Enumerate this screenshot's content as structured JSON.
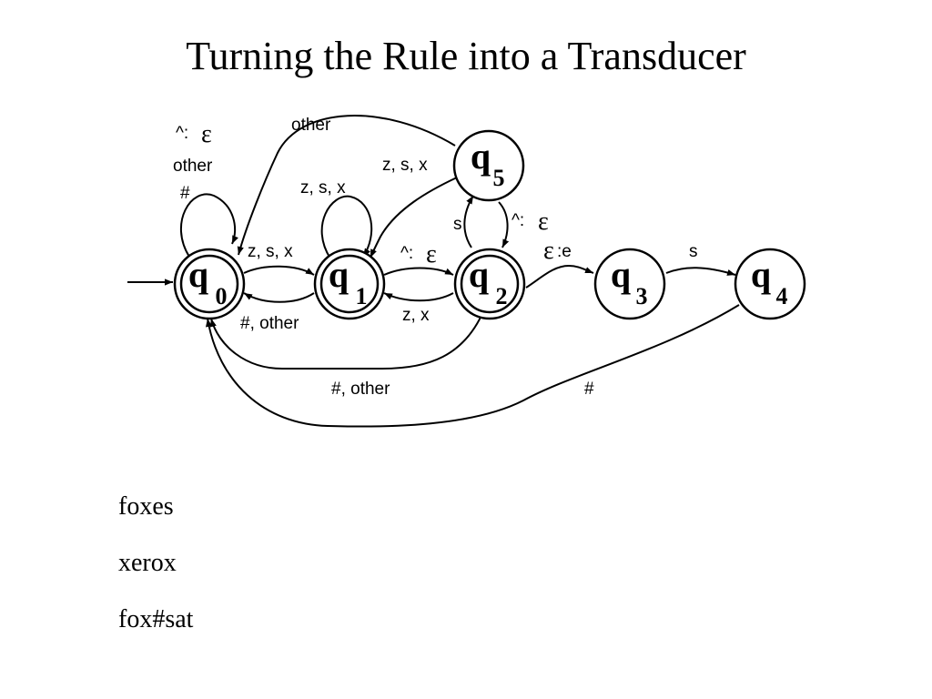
{
  "slide": {
    "title": "Turning the Rule into a Transducer"
  },
  "states": [
    {
      "id": "q0",
      "letter": "q",
      "sub": "0",
      "accepting": true,
      "initial": true
    },
    {
      "id": "q1",
      "letter": "q",
      "sub": "1",
      "accepting": true,
      "initial": false
    },
    {
      "id": "q2",
      "letter": "q",
      "sub": "2",
      "accepting": true,
      "initial": false
    },
    {
      "id": "q3",
      "letter": "q",
      "sub": "3",
      "accepting": false,
      "initial": false
    },
    {
      "id": "q4",
      "letter": "q",
      "sub": "4",
      "accepting": false,
      "initial": false
    },
    {
      "id": "q5",
      "letter": "q",
      "sub": "5",
      "accepting": false,
      "initial": false
    }
  ],
  "transitions": {
    "q0_self": {
      "lines": [
        "^:",
        "ε",
        "other",
        "#"
      ]
    },
    "q5_to_q0": {
      "label": "other"
    },
    "q5_to_q1": {
      "label": "z, s, x"
    },
    "q1_self": {
      "label": "z, s, x"
    },
    "q0_to_q1": {
      "label": "z, s, x"
    },
    "q1_to_q0": {
      "label": "#, other"
    },
    "q1_to_q2": {
      "prefix": "^:",
      "eps": "ε"
    },
    "q2_to_q1": {
      "label": "z, x"
    },
    "q2_to_q5": {
      "label": "s"
    },
    "q5_to_q2": {
      "prefix": "^:",
      "eps": "ε"
    },
    "q2_to_q3": {
      "eps": "ε",
      "suffix": ":e"
    },
    "q3_to_q4": {
      "label": "s"
    },
    "q2_to_q0": {
      "label": "#, other"
    },
    "q4_to_q0": {
      "label": "#"
    }
  },
  "examples": [
    "foxes",
    "xerox",
    "fox#sat"
  ]
}
